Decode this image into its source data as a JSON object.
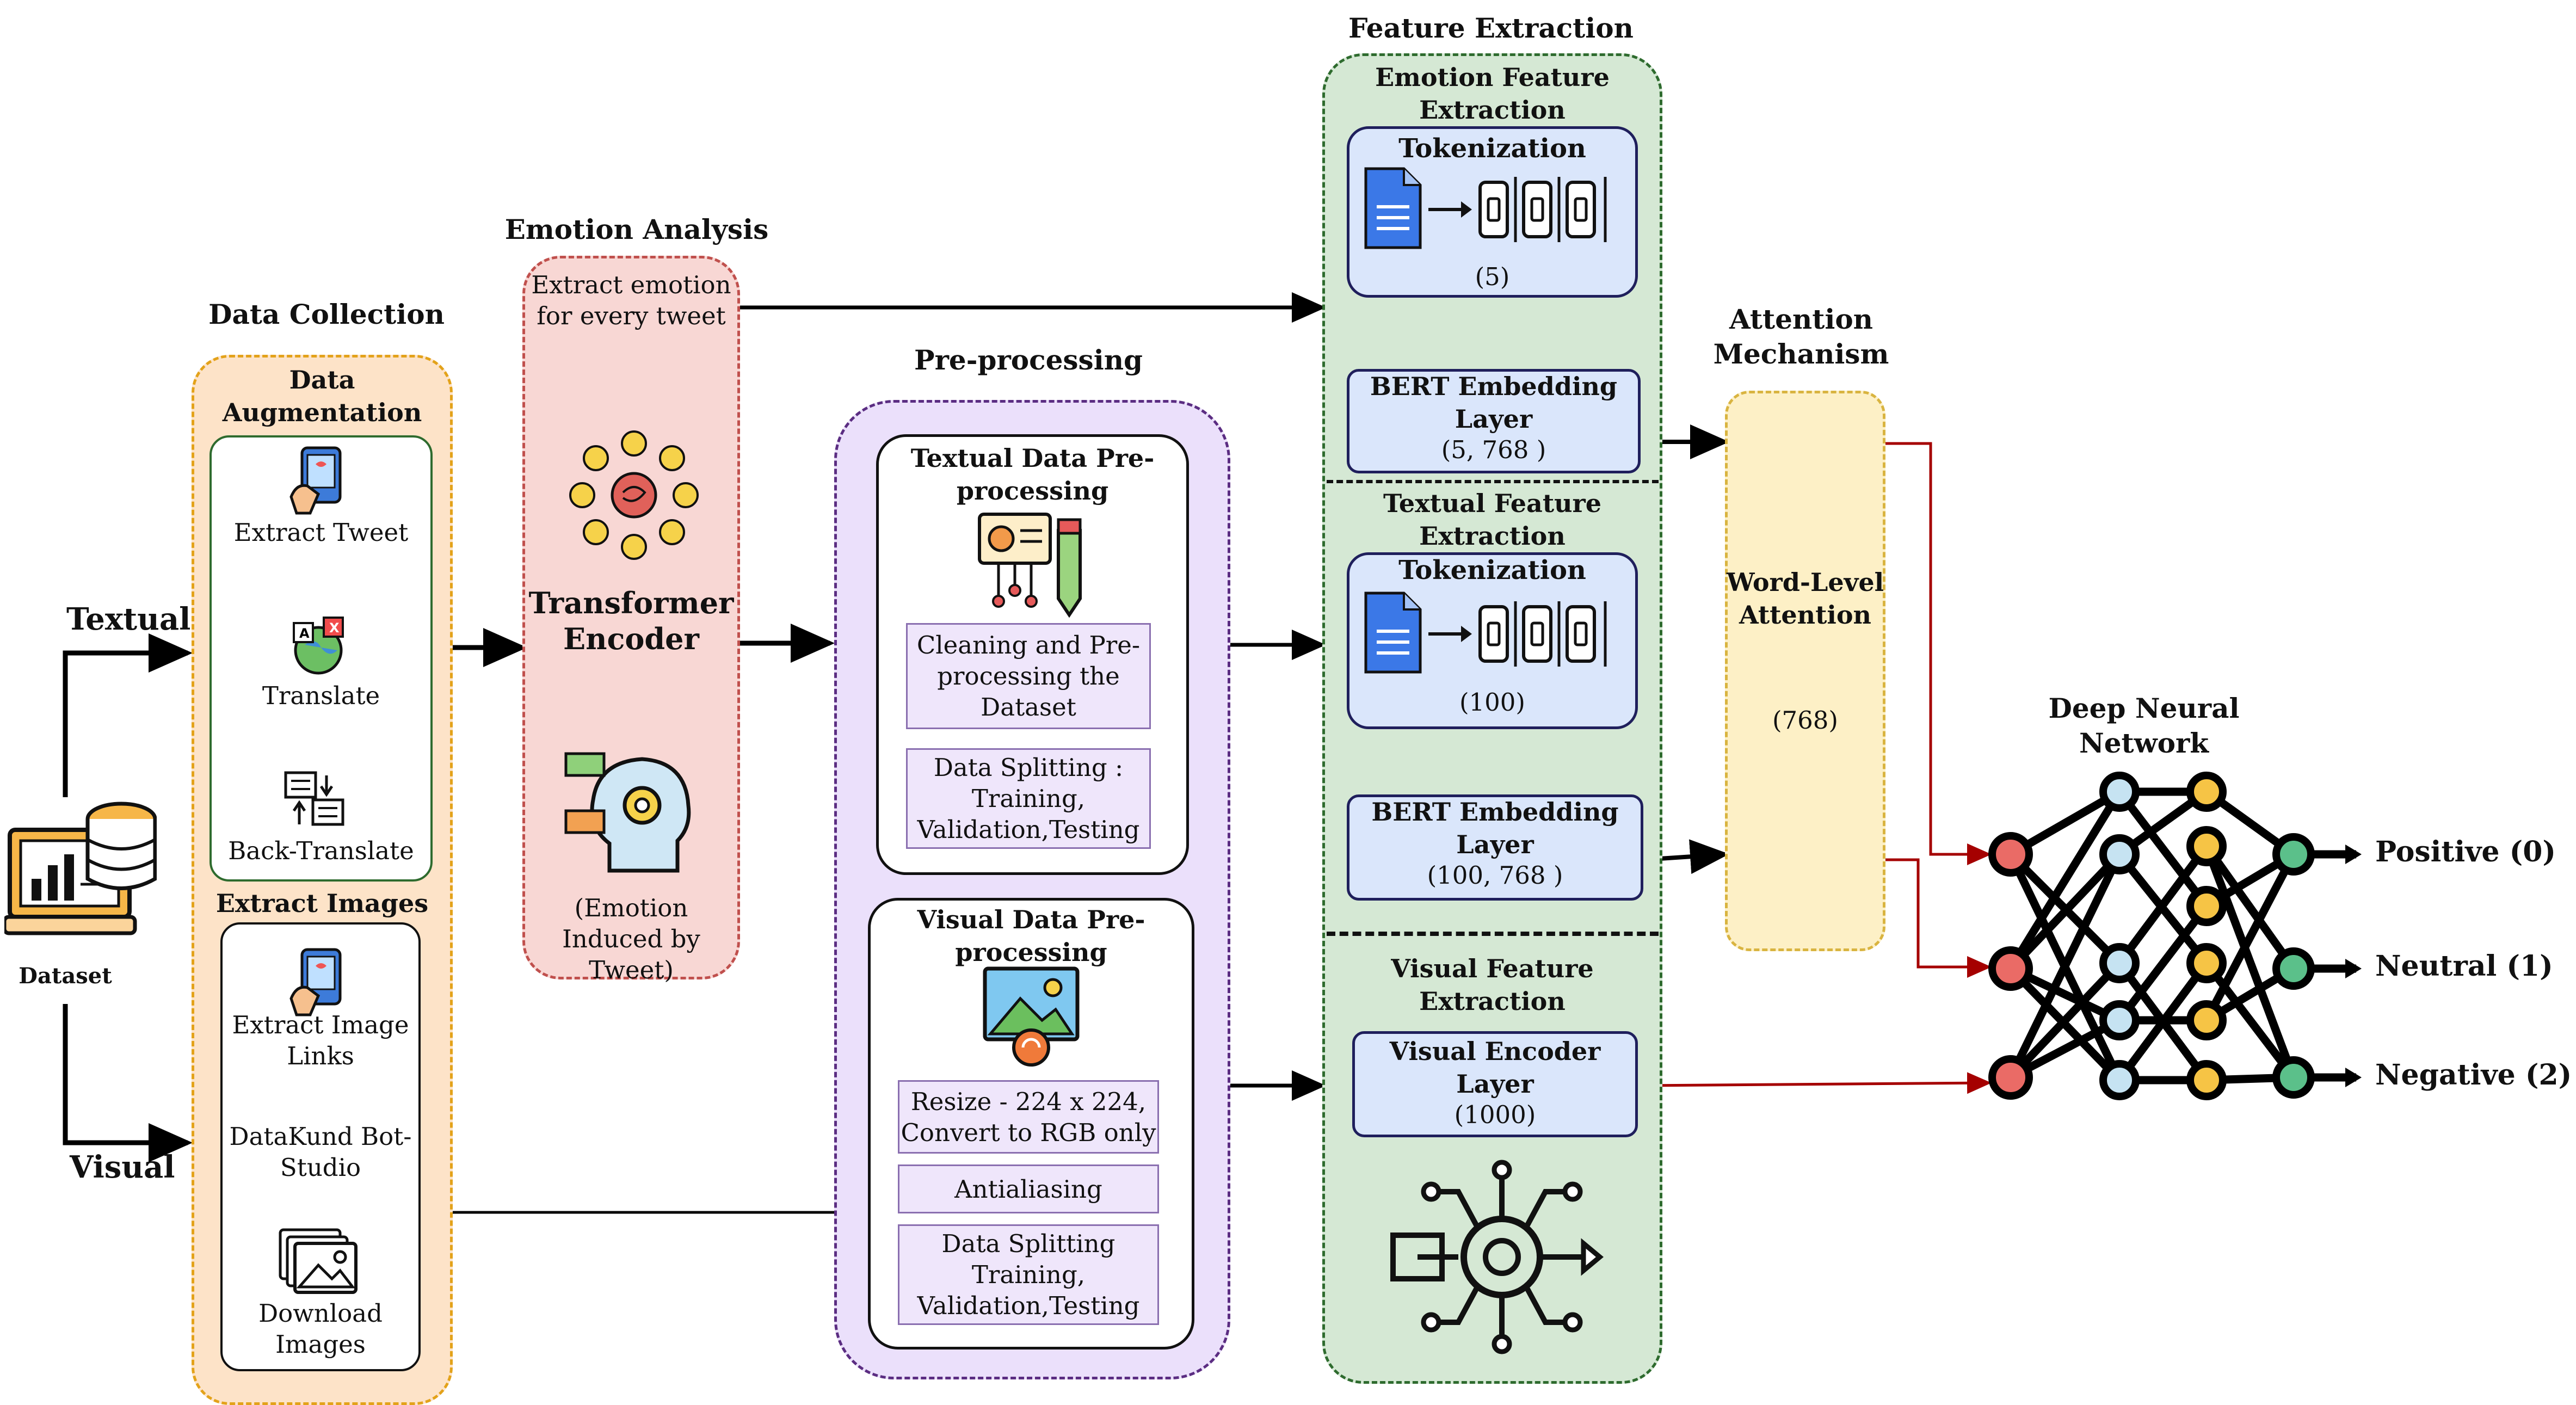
{
  "sections": {
    "data_collection": "Data Collection",
    "emotion_analysis": "Emotion Analysis",
    "preprocessing": "Pre-processing",
    "feature_extraction": "Feature Extraction",
    "attention": "Attention Mechanism",
    "dnn": "Deep Neural Network"
  },
  "inputs": {
    "textual": "Textual",
    "visual": "Visual",
    "dataset": "Dataset"
  },
  "data_collection": {
    "augmentation_title": "Data Augmentation",
    "extract_tweet": "Extract Tweet",
    "translate": "Translate",
    "back_translate": "Back-Translate",
    "extract_images_title": "Extract Images",
    "extract_image_links": "Extract Image Links",
    "datakund": "DataKund Bot-Studio",
    "download_images": "Download Images"
  },
  "emotion": {
    "extract_text": "Extract emotion for every tweet",
    "encoder": "Transformer Encoder",
    "induced": "(Emotion Induced by Tweet)"
  },
  "preprocessing": {
    "textual_title": "Textual Data Pre-processing",
    "cleaning": "Cleaning and Pre-processing the Dataset",
    "split_text": "Data Splitting : Training, Validation,Testing",
    "visual_title": "Visual Data Pre-processing",
    "resize": "Resize - 224 x 224, Convert to RGB only",
    "antialiasing": "Antialiasing",
    "split_visual": "Data Splitting Training, Validation,Testing"
  },
  "features": {
    "emotion_title": "Emotion Feature Extraction",
    "tokenization_1": "Tokenization",
    "tok_dim_1": "(5)",
    "bert_1": "BERT Embedding Layer",
    "bert_dim_1": "(5, 768 )",
    "textual_title": "Textual Feature Extraction",
    "tokenization_2": "Tokenization",
    "tok_dim_2": "(100)",
    "bert_2": "BERT Embedding Layer",
    "bert_dim_2": "(100, 768 )",
    "visual_title": "Visual Feature Extraction",
    "visual_encoder": "Visual Encoder Layer",
    "visual_dim": "(1000)"
  },
  "attention": {
    "label": "Word-Level Attention",
    "dim": "(768)"
  },
  "outputs": {
    "positive": "Positive (0)",
    "neutral": "Neutral (1)",
    "negative": "Negative (2)"
  },
  "colors": {
    "data_collection_fill": "#fde3c8",
    "data_collection_border": "#e3a21a",
    "emotion_fill": "#f8d7d4",
    "emotion_border": "#c0504d",
    "preprocessing_fill": "#ebe0fb",
    "preprocessing_border": "#5b2d82",
    "feature_fill": "#d5e8d4",
    "feature_border": "#2e6b2e",
    "feature_box_fill": "#dae6fb",
    "feature_box_border": "#1f1f5c",
    "attention_fill": "#fdf0c6",
    "attention_border": "#d9b440",
    "node_red": "#ea6b66",
    "node_blue": "#c6e3f2",
    "node_yellow": "#f6c445",
    "node_green": "#5bc08a",
    "arrow_dark_red": "#a50000"
  }
}
